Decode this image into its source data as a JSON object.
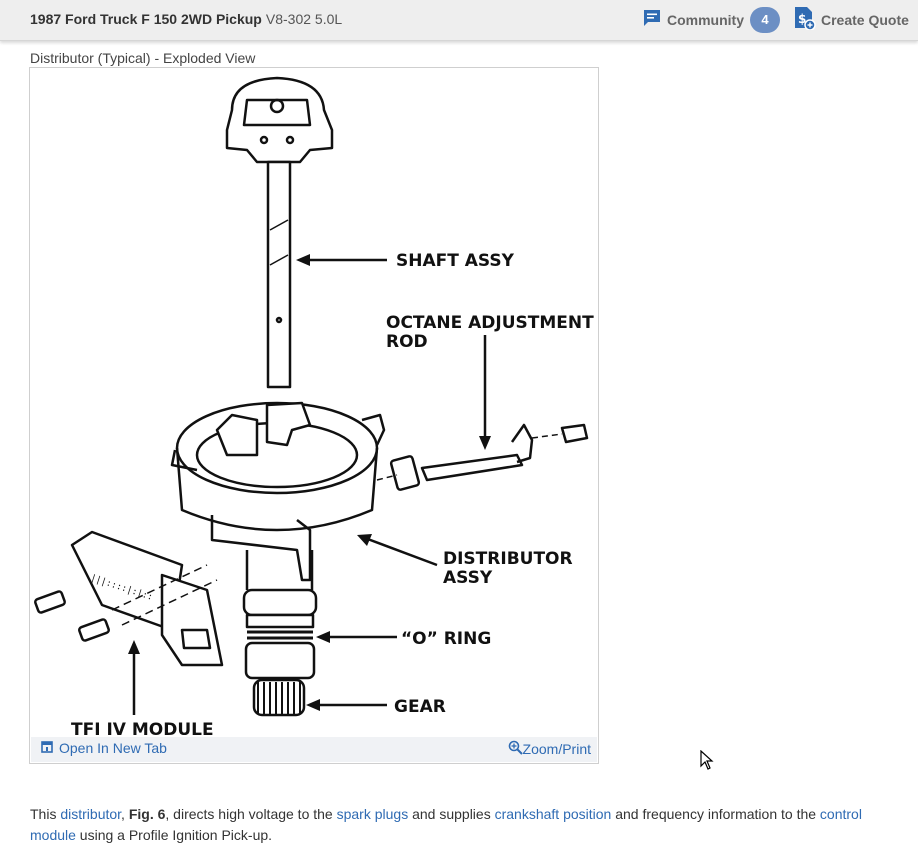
{
  "header": {
    "vehicle": "1987 Ford Truck F 150 2WD Pickup",
    "engine": "V8-302 5.0L",
    "community_label": "Community",
    "community_count": "4",
    "create_quote_label": "Create Quote"
  },
  "figure": {
    "caption": "Distributor (Typical) - Exploded View",
    "labels": {
      "shaft": "SHAFT ASSY",
      "octane_1": "OCTANE ADJUSTMENT",
      "octane_2": "ROD",
      "distributor_1": "DISTRIBUTOR",
      "distributor_2": "ASSY",
      "oring": "“O” RING",
      "gear": "GEAR",
      "tfi": "TFI IV MODULE"
    },
    "open_tab_label": "Open In New Tab",
    "zoom_label": "Zoom/Print"
  },
  "body": {
    "p1": "This ",
    "link_distributor": "distributor",
    "p2": ", ",
    "fig_ref": "Fig. 6",
    "p3": ", directs high voltage to the ",
    "link_spark": "spark plugs",
    "p4": " and supplies ",
    "link_crank": "crankshaft position",
    "p5": " and frequency information to the ",
    "link_control": "control module",
    "p6": " using a Profile Ignition Pick-up."
  },
  "colors": {
    "link": "#2f6bb3",
    "badge": "#6c8fc4",
    "header_bg": "#eeeeee"
  },
  "icons": {
    "community": "chat-bubble-icon",
    "quote": "dollar-document-icon",
    "open_tab": "open-new-tab-icon",
    "zoom": "zoom-in-icon",
    "cursor": "mouse-pointer-icon"
  }
}
